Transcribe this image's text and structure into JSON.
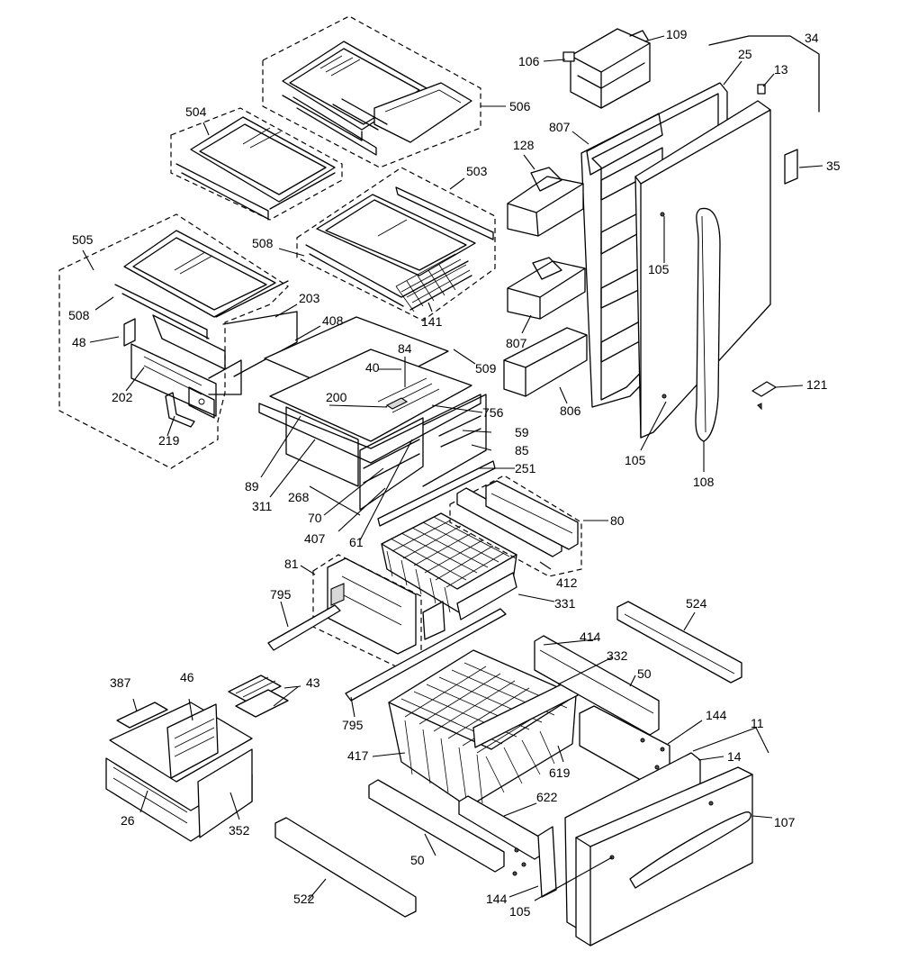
{
  "labels": {
    "l506": "506",
    "l504": "504",
    "l503": "503",
    "l505": "505",
    "l508a": "508",
    "l508b": "508",
    "l203": "203",
    "l408": "408",
    "l48": "48",
    "l202": "202",
    "l219": "219",
    "l141": "141",
    "l84": "84",
    "l40": "40",
    "l509": "509",
    "l200": "200",
    "l756": "756",
    "l59": "59",
    "l85": "85",
    "l251": "251",
    "l89": "89",
    "l311": "311",
    "l268": "268",
    "l70": "70",
    "l407": "407",
    "l61": "61",
    "l80": "80",
    "l412": "412",
    "l81": "81",
    "l331": "331",
    "l795a": "795",
    "l795b": "795",
    "l414": "414",
    "l332": "332",
    "l50a": "50",
    "l50b": "50",
    "l43": "43",
    "l387": "387",
    "l46": "46",
    "l26": "26",
    "l352": "352",
    "l417": "417",
    "l619": "619",
    "l622": "622",
    "l144a": "144",
    "l144b": "144",
    "l11": "11",
    "l14": "14",
    "l107": "107",
    "l105a": "105",
    "l105b": "105",
    "l105c": "105",
    "l522": "522",
    "l524": "524",
    "l106": "106",
    "l109": "109",
    "l34": "34",
    "l25": "25",
    "l13": "13",
    "l807a": "807",
    "l807b": "807",
    "l128": "128",
    "l35": "35",
    "l806": "806",
    "l121": "121",
    "l108": "108"
  }
}
